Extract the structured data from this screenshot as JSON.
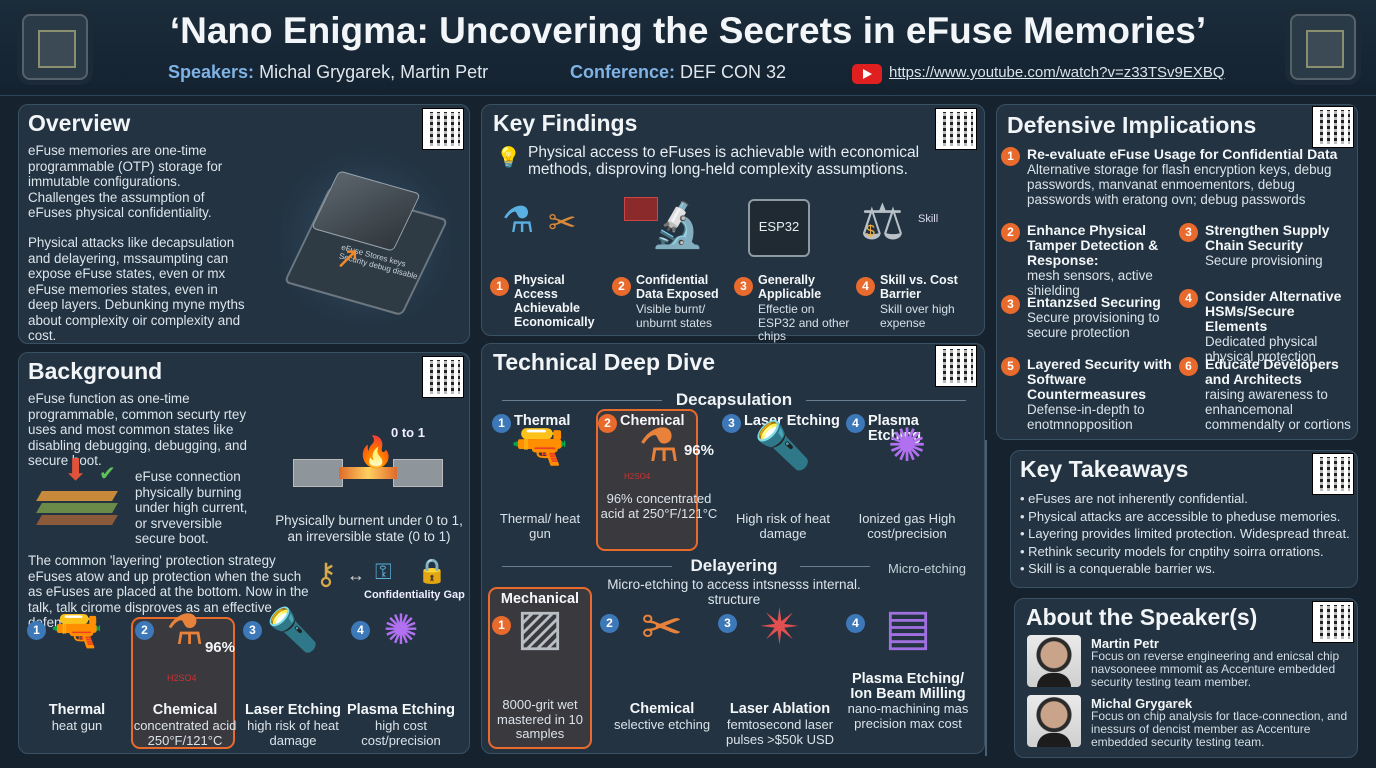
{
  "header": {
    "title": "‘Nano Enigma: Uncovering the Secrets in eFuse Memories’",
    "speakers_key": "Speakers:",
    "speakers": "Michal Grygarek, Martin Petr",
    "conf_key": "Conference:",
    "conf": "DEF CON 32",
    "url": "https://www.youtube.com/watch?v=z33TSv9EXBQ"
  },
  "overview": {
    "title": "Overview",
    "p1": "eFuse memories are one-time programmable (OTP) storage for immutable configurations. Challenges the assumption of eFuses physical confidentiality.",
    "p2": "Physical attacks like decapsulation and delayering, mssaumpting can expose eFuse states, even or mx eFuse memories states, even in deep layers. Debunking myne myths about complexity oir complexity and cost.",
    "chip_text": "eFuse Stores keys Security debug disable"
  },
  "background": {
    "title": "Background",
    "p1": "eFuse function as one-time programmable, common securty rtey uses and most common states like disabling debugging, debugging, and secure boot.",
    "fuse_label": "0 to 1",
    "connection": "eFuse connection physically burning under high current, or srveversible secure boot.",
    "burnt": "Physically burnent under 0 to 1, an irreversible state (0 to 1)",
    "p2": "The common 'layering' protection strategy eFuses atow and up protection when the such as eFuses are placed at the bottom. Now in the talk, talk cirome disproves as an effective defense.",
    "gap": "Confidentiality Gap",
    "items": [
      {
        "n": "1",
        "title": "Thermal",
        "desc": "heat gun"
      },
      {
        "n": "2",
        "title": "Chemical",
        "desc": "concentrated acid 250°F/121°C",
        "pct": "96%",
        "flask": "H2SO4"
      },
      {
        "n": "3",
        "title": "Laser Etching",
        "desc": "high risk of heat damage"
      },
      {
        "n": "4",
        "title": "Plasma Etching",
        "desc": "high cost cost/precision"
      }
    ]
  },
  "findings": {
    "title": "Key Findings",
    "lead": "Physical access to eFuses is achievable with economical methods, disproving long-held complexity assumptions.",
    "chip": "ESP32",
    "skill": "Skill",
    "items": [
      {
        "n": "1",
        "title": "Physical Access Achievable Economically",
        "desc": ""
      },
      {
        "n": "2",
        "title": "Confidential Data Exposed",
        "desc": "Visible burnt/ unburnt states"
      },
      {
        "n": "3",
        "title": "Generally Applicable",
        "desc": "Effectie on ESP32 and other chips"
      },
      {
        "n": "4",
        "title": "Skill vs. Cost Barrier",
        "desc": "Skill over high expense"
      }
    ]
  },
  "deep": {
    "title": "Technical Deep Dive",
    "decap": "Decapsulation",
    "delayer": "Delayering",
    "micro": "Micro-etching to access intsnesss internal. structure",
    "micro_tag": "Micro-etching",
    "decap_items": [
      {
        "n": "1",
        "title": "Thermal",
        "desc": "Thermal/ heat gun"
      },
      {
        "n": "2",
        "title": "Chemical",
        "desc": "96% concentrated acid at 250°F/121°C",
        "pct": "96%",
        "flask": "H2SO4"
      },
      {
        "n": "3",
        "title": "Laser Etching",
        "desc": "High risk of heat damage"
      },
      {
        "n": "4",
        "title": "Plasma Etching",
        "desc": "Ionized gas High cost/precision"
      }
    ],
    "delayer_items": [
      {
        "n": "1",
        "title": "Mechanical",
        "desc": "8000-grit wet mastered in 10 samples"
      },
      {
        "n": "2",
        "title": "Chemical",
        "desc": "selective etching"
      },
      {
        "n": "3",
        "title": "Laser Ablation",
        "desc": "femtosecond laser pulses >$50k USD"
      },
      {
        "n": "4",
        "title": "Plasma Etching/ Ion Beam Milling",
        "desc": "nano-machining mas precision max cost"
      }
    ]
  },
  "defense": {
    "title": "Defensive Implications",
    "items": [
      {
        "n": "1",
        "title": "Re-evaluate eFuse Usage for Confidential Data",
        "desc": "Alternative storage for flash encryption keys, debug passwords, manvanat enmoementors, debug passwords with eratong ovn; debug passwords"
      },
      {
        "n": "2",
        "title": "Enhance Physical Tamper Detection & Response:",
        "desc": "mesh sensors, active shielding"
      },
      {
        "n": "3",
        "title": "Strengthen Supply Chain Security",
        "desc": "Secure provisioning"
      },
      {
        "n": "3",
        "title": "Entanzsed Securing",
        "desc": "Secure provisioning to secure protection"
      },
      {
        "n": "4",
        "title": "Consider Alternative HSMs/Secure Elements",
        "desc": "Dedicated physical physical protection"
      },
      {
        "n": "5",
        "title": "Layered Security with Software Countermeasures",
        "desc": "Defense-in-depth to enotmnopposition"
      },
      {
        "n": "6",
        "title": "Educate Developers and Architects",
        "desc": "raising awareness to enhancemonal commendalty or cortions"
      }
    ]
  },
  "takeaways": {
    "title": "Key Takeaways",
    "items": [
      "• eFuses are not inherently confidential.",
      "• Physical attacks are accessible to pheduse memories.",
      "• Layering provides limited protection. Widespread threat.",
      "• Rethink security models for cnptihy soirra orrations.",
      "• Skill is a conquerable barrier ws."
    ]
  },
  "speakers": {
    "title": "About the Speaker(s)",
    "items": [
      {
        "name": "Martin Petr",
        "bio": "Focus on reverse engineering and enicsal chip navsooneee mmomit as Accenture embedded security testing team member."
      },
      {
        "name": "Michal Grygarek",
        "bio": "Focus on chip analysis for tlace-connection, and inessurs of dencist member as Accenture embedded security testing team."
      }
    ]
  },
  "colors": {
    "accent": "#e86a2c",
    "panel": "#233341",
    "title_blue": "#7fb2e5"
  }
}
